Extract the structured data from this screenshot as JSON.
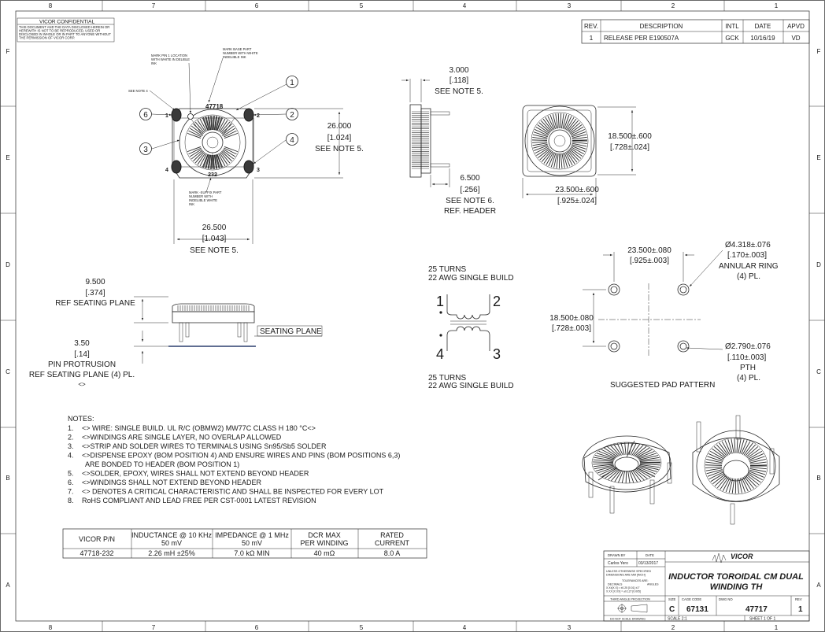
{
  "border": {
    "columns": [
      "8",
      "7",
      "6",
      "5",
      "4",
      "3",
      "2",
      "1"
    ],
    "rows": [
      "F",
      "E",
      "D",
      "C",
      "B",
      "A"
    ]
  },
  "confidential": {
    "title": "VICOR CONFIDENTIAL",
    "text": [
      "THIS DOCUMENT AND THE DATA DISCLOSED HEREIN OR",
      "HEREWITH IS NOT TO BE REPRODUCED, USED OR",
      "DISCLOSED IN WHOLE OR IN PART TO ANYONE WITHOUT",
      "THE PERMISSION OF VICOR CORP."
    ]
  },
  "revision_table": {
    "headers": [
      "REV.",
      "DESCRIPTION",
      "INTL",
      "DATE",
      "APVD"
    ],
    "rows": [
      [
        "1",
        "RELEASE PER E190507A",
        "GCK",
        "10/16/19",
        "VD"
      ]
    ]
  },
  "top_view": {
    "part_mark": "47718",
    "suffix_mark": "232",
    "pin_labels": [
      "1",
      "2",
      "3",
      "4"
    ],
    "balloons": [
      "1",
      "2",
      "4",
      "6",
      "3"
    ],
    "see_note_4": "SEE NOTE 4",
    "note_pin1": [
      "MARK PIN 1 LOCATION",
      "WITH WHITE IN DELIBLE",
      "INK"
    ],
    "note_base": [
      "MARK BASE PART",
      "NUMBER WITH WHITE",
      "INDELIBLE INK"
    ],
    "note_suffix": [
      "MARK -SUFFIX PART",
      "NUMBER WITH",
      "INDELIBLE WHITE",
      "INK"
    ],
    "dim_height": [
      "26.000",
      "[1.024]",
      "SEE NOTE 5."
    ],
    "dim_width": [
      "26.500",
      "[1.043]",
      "SEE NOTE 5."
    ]
  },
  "side_view": {
    "dim_top": [
      "3.000",
      "[.118]",
      "SEE NOTE 5."
    ],
    "dim_bottom": [
      "6.500",
      "[.256]",
      "SEE NOTE 6.",
      "REF. HEADER"
    ]
  },
  "front_view": {
    "dim_height": [
      "18.500±.600",
      "[.728±.024]"
    ],
    "dim_width": [
      "23.500±.600",
      "[.925±.024]"
    ]
  },
  "seating_view": {
    "dim_seat": [
      "9.500",
      "[.374]",
      "REF SEATING PLANE"
    ],
    "seating_label": "SEATING PLANE",
    "dim_pin": [
      "3.50",
      "[.14]",
      "PIN PROTRUSION",
      "REF SEATING PLANE (4) PL.",
      "<>"
    ]
  },
  "schematic": {
    "top_label": [
      "25 TURNS",
      "22 AWG SINGLE BUILD"
    ],
    "bottom_label": [
      "25 TURNS",
      "22 AWG SINGLE BUILD"
    ],
    "pins": [
      "1",
      "2",
      "4",
      "3"
    ]
  },
  "pad_pattern": {
    "dim_x": [
      "23.500±.080",
      "[.925±.003]"
    ],
    "dim_y": [
      "18.500±.080",
      "[.728±.003]"
    ],
    "annular": [
      "Ø4.318±.076",
      "[.170±.003]",
      "ANNULAR RING",
      "(4) PL."
    ],
    "pth": [
      "Ø2.790±.076",
      "[.110±.003]",
      "PTH",
      "(4) PL."
    ],
    "title": "SUGGESTED PAD PATTERN"
  },
  "notes": {
    "title": "NOTES:",
    "items": [
      {
        "n": "1.",
        "text": "<> WIRE:  SINGLE BUILD.  UL R/C (OBMW2) MW77C CLASS H 180 °C<>"
      },
      {
        "n": "2.",
        "text": "<>WINDINGS ARE SINGLE LAYER, NO OVERLAP ALLOWED"
      },
      {
        "n": "3.",
        "text": "<>STRIP AND SOLDER WIRES TO TERMINALS USING Sn95/Sb5 SOLDER"
      },
      {
        "n": "4.",
        "text": "<>DISPENSE EPOXY (BOM POSITION 4) AND ENSURE WIRES AND PINS (BOM POSITIONS 6,3)"
      },
      {
        "n": "",
        "text": "ARE BONDED TO HEADER (BOM POSITION 1)"
      },
      {
        "n": "5.",
        "text": "<>SOLDER, EPOXY, WIRES SHALL NOT EXTEND BEYOND HEADER"
      },
      {
        "n": "6.",
        "text": "<>WINDINGS SHALL NOT EXTEND BEYOND HEADER"
      },
      {
        "n": "7.",
        "text": "<> DENOTES A CRITICAL CHARACTERISTIC AND SHALL BE INSPECTED FOR EVERY LOT"
      },
      {
        "n": "8.",
        "text": "RoHS COMPLIANT AND LEAD FREE PER CST-0001 LATEST REVISION"
      }
    ]
  },
  "part_table": {
    "headers": [
      [
        "VICOR P/N"
      ],
      [
        "INDUCTANCE @ 10 KHz",
        "50 mV"
      ],
      [
        "IMPEDANCE @ 1 MHz",
        "50 mV"
      ],
      [
        "DCR MAX",
        "PER WINDING"
      ],
      [
        "RATED",
        "CURRENT"
      ]
    ],
    "rows": [
      [
        "47718-232",
        "2.26 mH ±25%",
        "7.0 kΩ MIN",
        "40 mΩ",
        "8.0 A"
      ]
    ]
  },
  "title_block": {
    "drawn_by_label": "DRAWN BY",
    "date_label": "DATE",
    "drawn_by": "Carlos Yero",
    "date": "03/13/2017",
    "dims_note": [
      "UNLESS OTHERWISE SPECIFIED",
      "DIMENSIONS ARE MM [INCH]"
    ],
    "tol_title": "TOLERANCES ARE:",
    "tol_decimals": "DECIMALS",
    "tol_angles": "ANGLES",
    "tol_lines": [
      "X.X±[X.X] = ±0.25 [0.01]     ±1°",
      "X.XX [X.XX] = ±0.127 [0.005]"
    ],
    "projection": "THIRD ANGLE PROJECTION",
    "no_scale": "DO NOT SCALE DRAWING",
    "company": "VICOR",
    "title": [
      "INDUCTOR TOROIDAL CM DUAL",
      "WINDING TH"
    ],
    "size_label": "SIZE",
    "cage_label": "CAGE CODE",
    "dwg_label": "DWG NO",
    "rev_label": "REV",
    "size": "C",
    "cage": "67131",
    "dwg": "47717",
    "rev": "1",
    "scale": "SCALE  2:1",
    "sheet": "SHEET  1  OF  1"
  }
}
